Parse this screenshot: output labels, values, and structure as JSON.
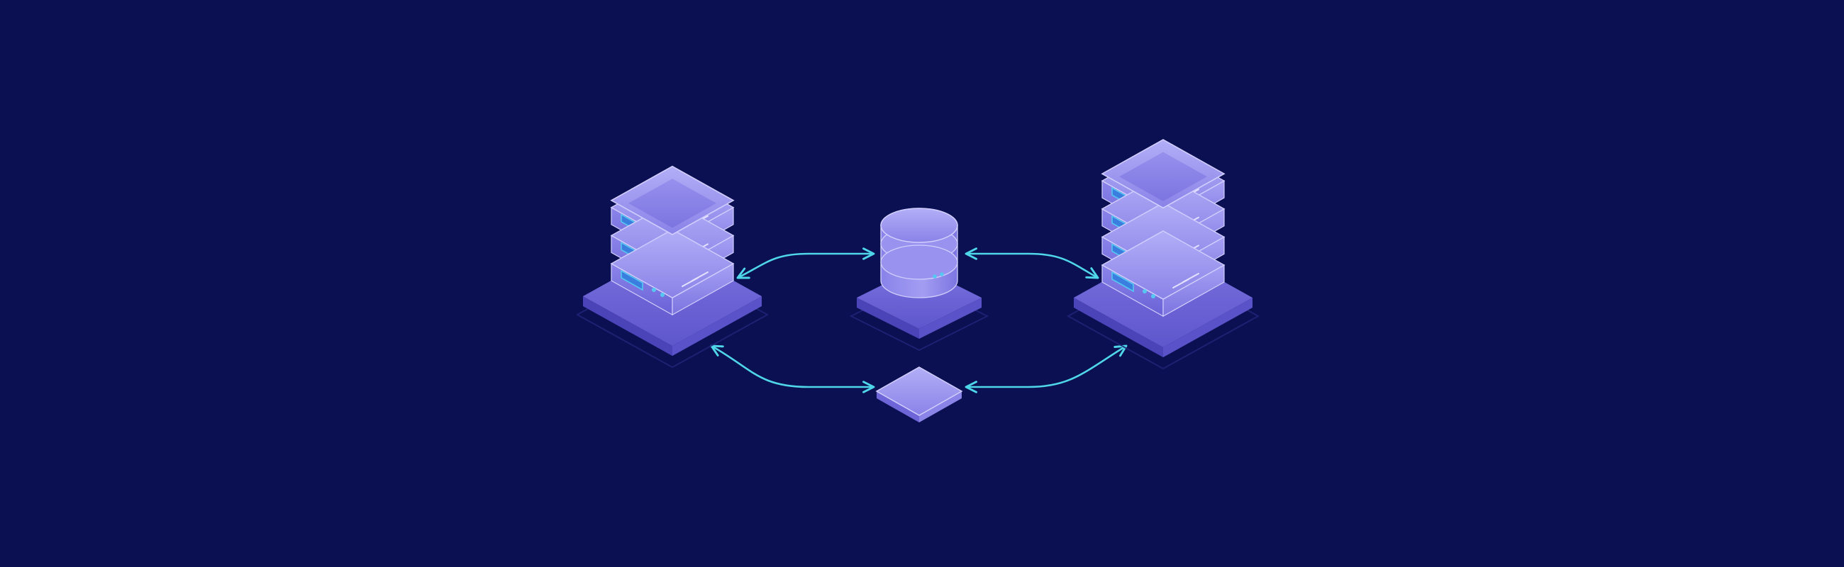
{
  "theme": {
    "background": "#0A1052",
    "connector": "#4FD6E8",
    "led": "#55C7F0",
    "panel_top_light": "#ADA8F5",
    "panel_top_dark": "#7F78E4",
    "panel_side": "#615ACF",
    "base_top": "#6C63D6",
    "base_side": "#4B43B8",
    "edge_highlight": "#D2CEFF"
  },
  "diagram": {
    "nodes": [
      {
        "id": "left-server",
        "icon": "server-stack-icon",
        "units": 3
      },
      {
        "id": "database",
        "icon": "database-icon",
        "units": 3
      },
      {
        "id": "right-server",
        "icon": "server-stack-icon",
        "units": 4
      },
      {
        "id": "hub-tile",
        "icon": "tile-icon",
        "units": 0
      }
    ],
    "edges": [
      {
        "from": "left-server",
        "to": "database",
        "bidirectional": true
      },
      {
        "from": "database",
        "to": "right-server",
        "bidirectional": true
      },
      {
        "from": "left-server",
        "to": "hub-tile",
        "bidirectional": true
      },
      {
        "from": "hub-tile",
        "to": "right-server",
        "bidirectional": true
      }
    ]
  }
}
